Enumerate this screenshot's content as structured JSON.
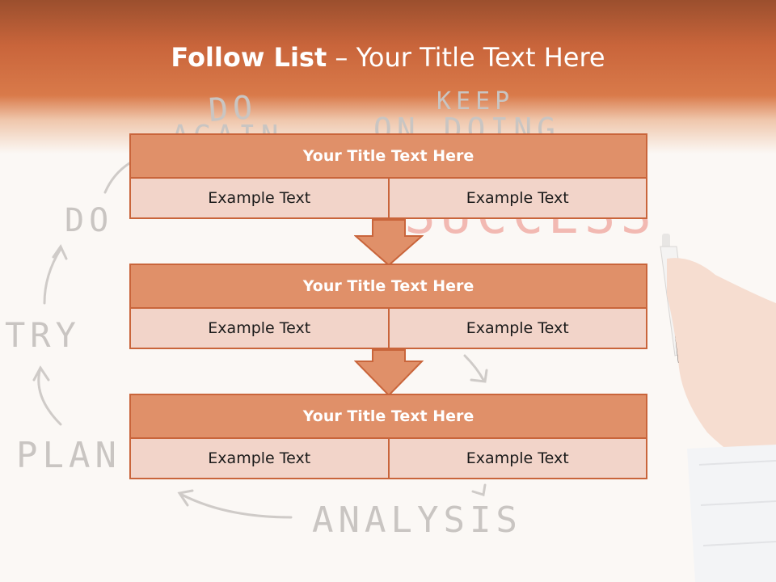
{
  "slide": {
    "title_bold": "Follow List",
    "title_rest": " – Your Title Text Here"
  },
  "sketch": {
    "words": [
      "DO",
      "AGAIN",
      "KEEP",
      "ON DOING",
      "SUCCESS",
      "DO",
      "TRY",
      "PLAN",
      "ANALYSIS"
    ]
  },
  "flow": {
    "blocks": [
      {
        "title": "Your Title Text Here",
        "left": "Example Text",
        "right": "Example Text"
      },
      {
        "title": "Your Title Text Here",
        "left": "Example Text",
        "right": "Example Text"
      },
      {
        "title": "Your Title Text Here",
        "left": "Example Text",
        "right": "Example Text"
      }
    ]
  },
  "colors": {
    "accent": "#c9653b",
    "box_title": "#e09069",
    "box_cell": "#f2d4c9"
  }
}
